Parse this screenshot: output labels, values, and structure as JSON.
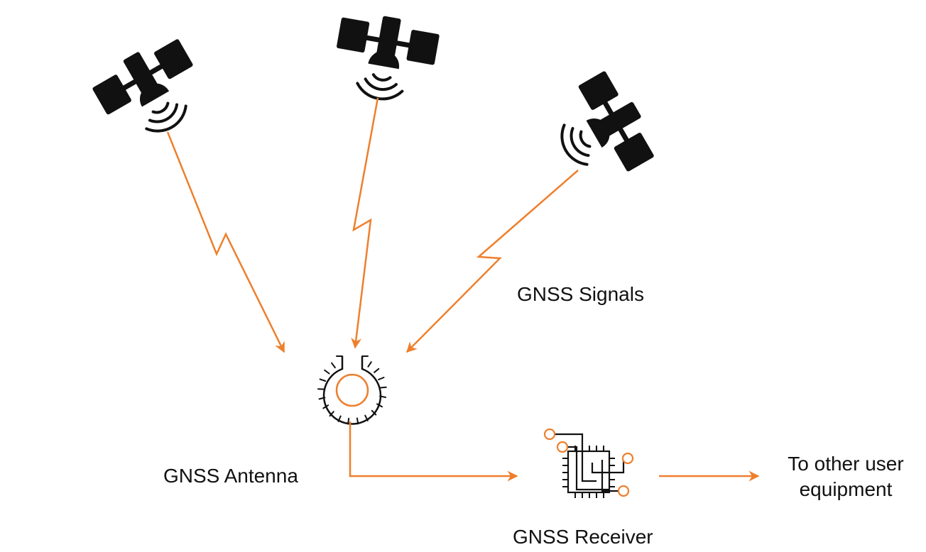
{
  "labels": {
    "signals": "GNSS Signals",
    "antenna": "GNSS Antenna",
    "receiver": "GNSS Receiver",
    "output_line1": "To other user",
    "output_line2": "equipment"
  },
  "icons": {
    "satellite": "satellite-icon",
    "antenna": "antenna-icon",
    "receiver": "circuit-chip-icon"
  },
  "colors": {
    "accent": "#EE7F2D",
    "ink": "#111111",
    "background": "#FFFFFF"
  }
}
